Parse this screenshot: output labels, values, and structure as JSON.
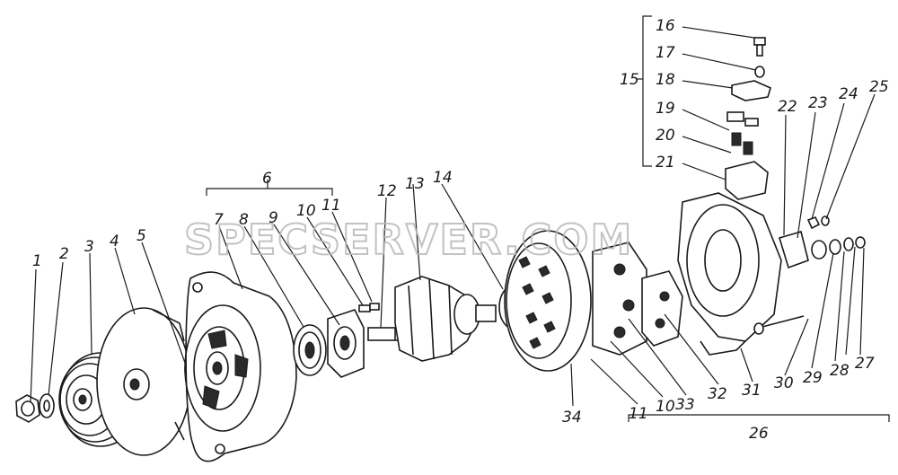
{
  "watermark": "SPECSERVER.COM",
  "callouts": [
    "1",
    "2",
    "3",
    "4",
    "5",
    "6",
    "7",
    "8",
    "9",
    "10",
    "11",
    "12",
    "13",
    "14",
    "15",
    "16",
    "17",
    "18",
    "19",
    "20",
    "21",
    "22",
    "23",
    "24",
    "25",
    "26",
    "27",
    "28",
    "29",
    "30",
    "31",
    "32",
    "33",
    "34",
    "11",
    "10"
  ]
}
